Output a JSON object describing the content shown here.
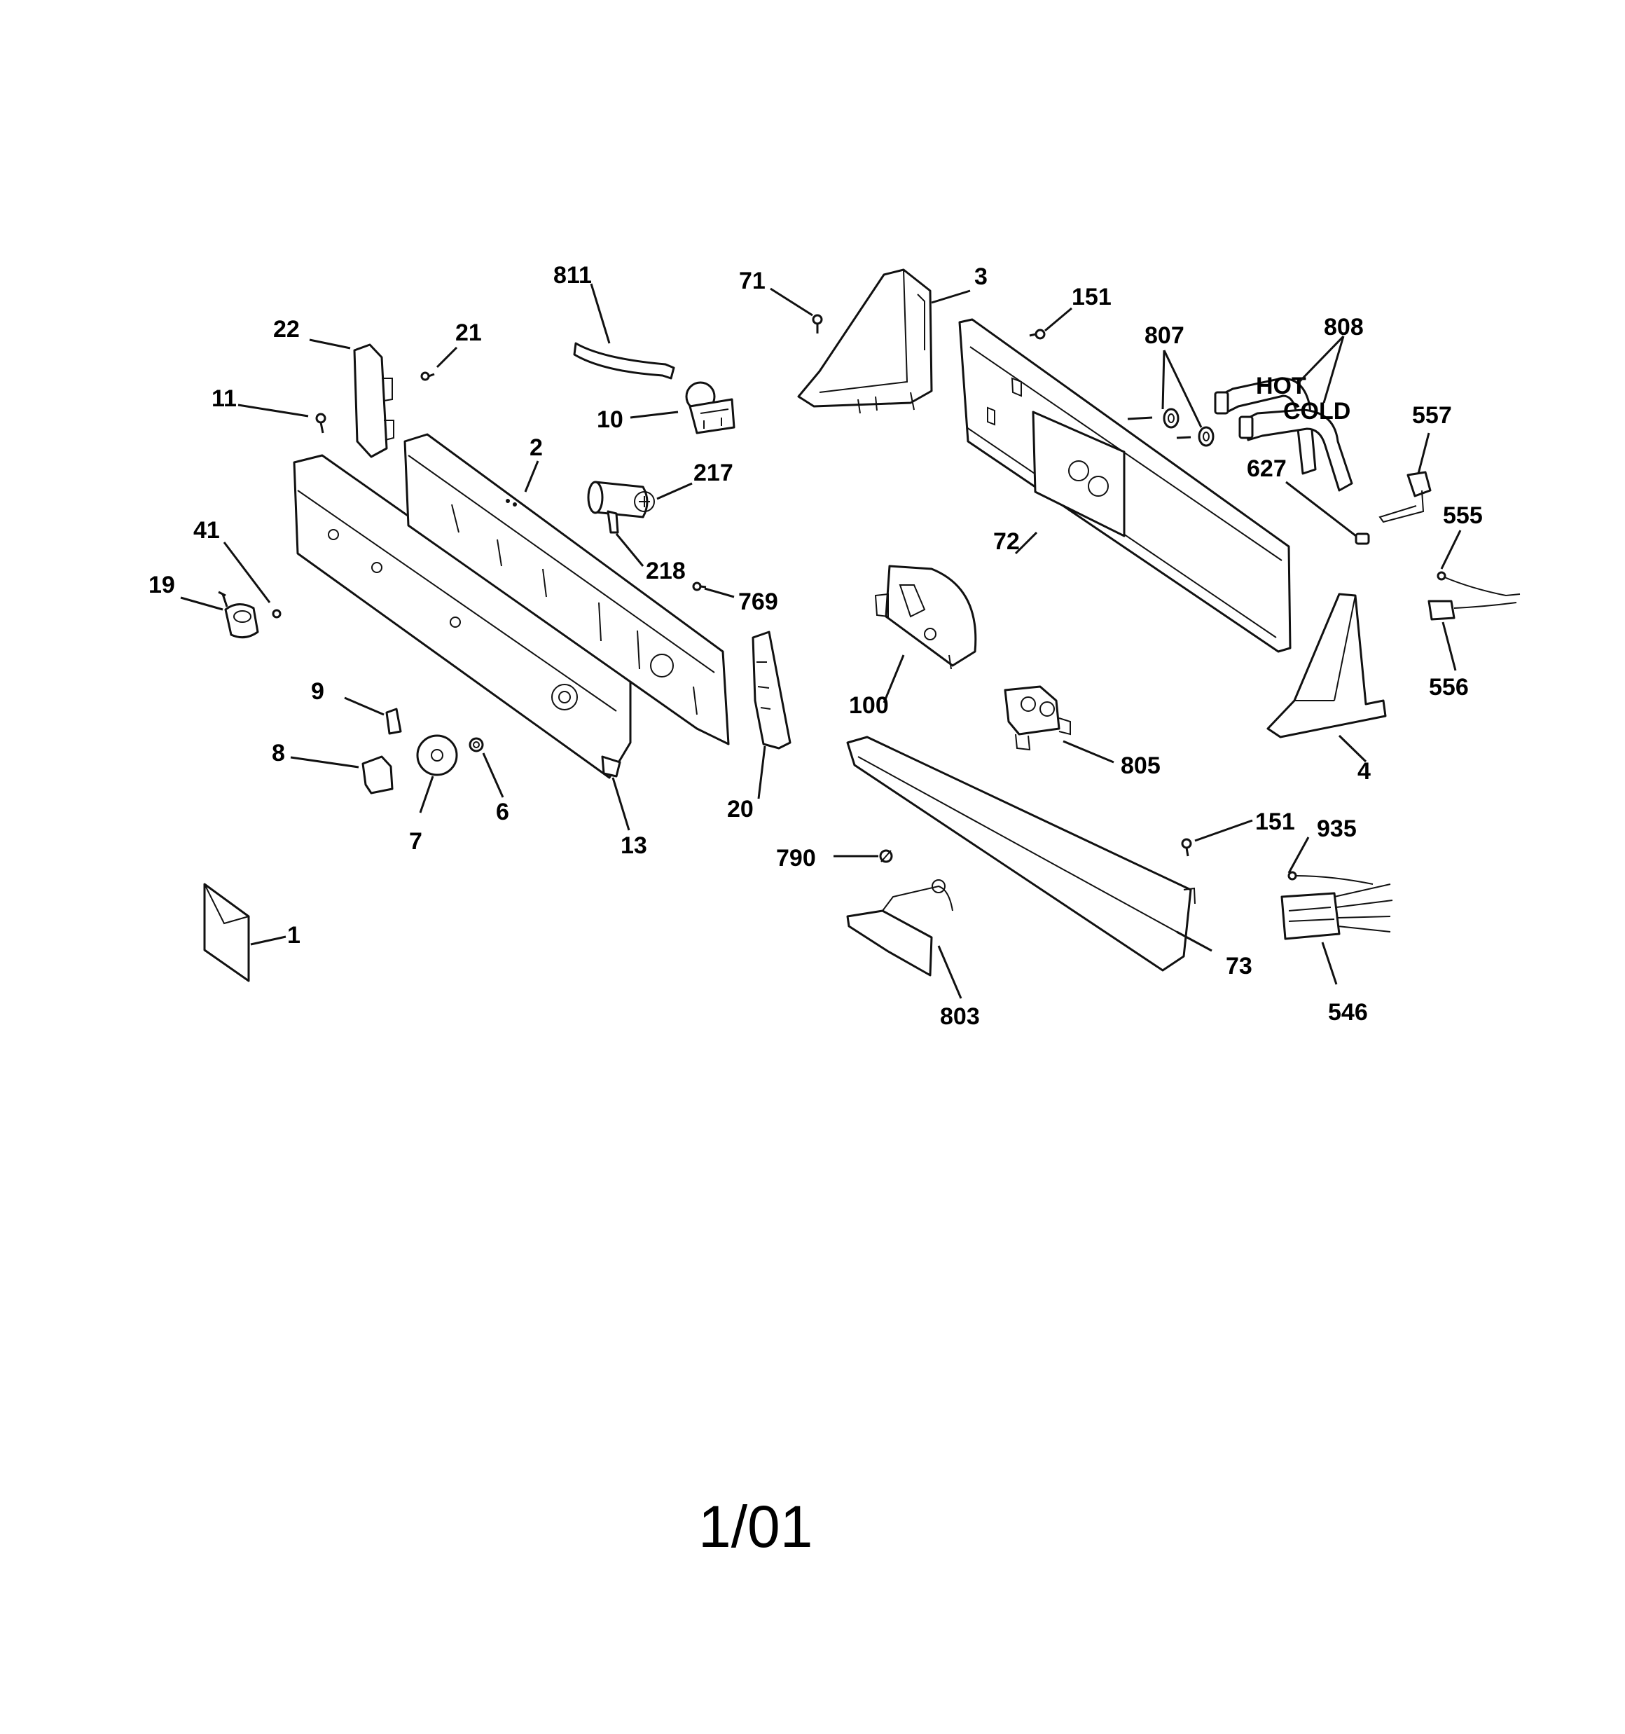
{
  "footer": {
    "page_code": "1/01"
  },
  "colors": {
    "ink": "#111111",
    "paper": "#ffffff"
  },
  "callouts": {
    "c1": "1",
    "c2": "2",
    "c3": "3",
    "c4": "4",
    "c6": "6",
    "c7": "7",
    "c8": "8",
    "c9": "9",
    "c10": "10",
    "c11": "11",
    "c13": "13",
    "c19": "19",
    "c20": "20",
    "c21": "21",
    "c22": "22",
    "c41": "41",
    "c71": "71",
    "c72": "72",
    "c73": "73",
    "c100": "100",
    "c151a": "151",
    "c151b": "151",
    "c217": "217",
    "c218": "218",
    "c546": "546",
    "c555": "555",
    "c556": "556",
    "c557": "557",
    "c627": "627",
    "c769": "769",
    "c790": "790",
    "c803": "803",
    "c805": "805",
    "c807": "807",
    "c808": "808",
    "c811": "811",
    "c935": "935"
  },
  "hose_markings": {
    "hot": "HOT",
    "cold": "COLD"
  }
}
